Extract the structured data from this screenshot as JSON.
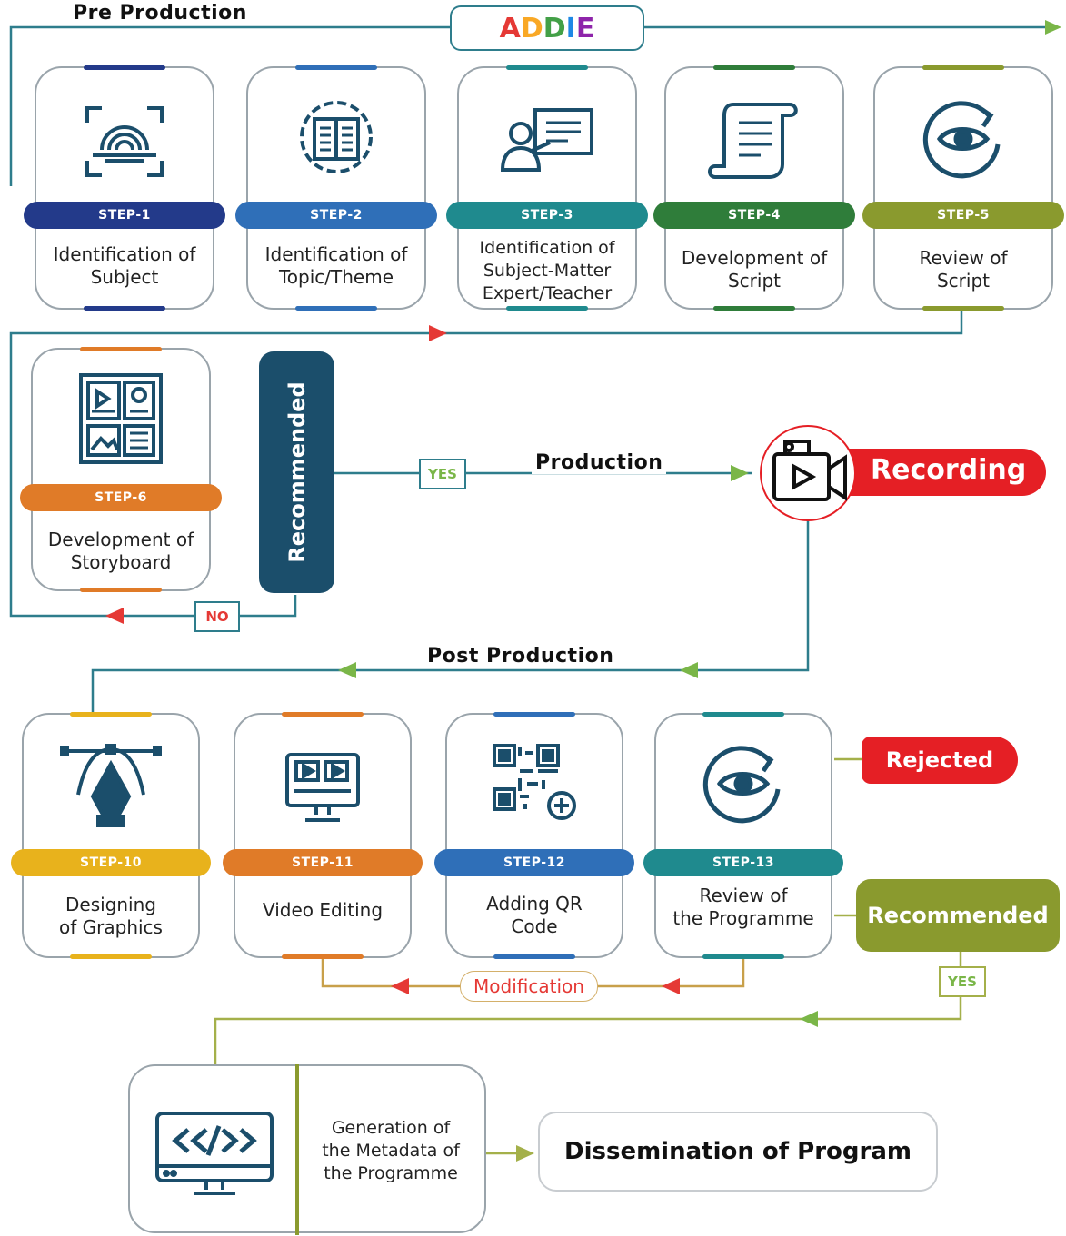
{
  "header": {
    "pre_production": "Pre Production",
    "addie": [
      "A",
      "D",
      "D",
      "I",
      "E"
    ],
    "addie_colors": [
      "#e53935",
      "#f9a825",
      "#43a047",
      "#1e88e5",
      "#8e24aa"
    ]
  },
  "steps_top": [
    {
      "step": "STEP-1",
      "label": "Identification of\nSubject",
      "color": "#233a8a",
      "icon": "fingerprint-scan-icon"
    },
    {
      "step": "STEP-2",
      "label": "Identification of\nTopic/Theme",
      "color": "#2f6fb8",
      "icon": "book-gear-icon"
    },
    {
      "step": "STEP-3",
      "label": "Identification of\nSubject-Matter\nExpert/Teacher",
      "color": "#1f8a8e",
      "icon": "teacher-board-icon"
    },
    {
      "step": "STEP-4",
      "label": "Development of\nScript",
      "color": "#2f7d3a",
      "icon": "scroll-icon"
    },
    {
      "step": "STEP-5",
      "label": "Review of\nScript",
      "color": "#8a9a2e",
      "icon": "eye-review-icon"
    }
  ],
  "step6": {
    "step": "STEP-6",
    "label": "Development of\nStoryboard",
    "color": "#e07b28",
    "icon": "storyboard-icon"
  },
  "recommended_vertical": "Recommended",
  "yes_label": "YES",
  "no_label": "NO",
  "production": "Production",
  "recording": "Recording",
  "post_production": "Post Production",
  "steps_bottom": [
    {
      "step": "STEP-10",
      "label": "Designing\nof Graphics",
      "color": "#e8b21c",
      "icon": "pen-tool-icon"
    },
    {
      "step": "STEP-11",
      "label": "Video Editing",
      "color": "#e07b28",
      "icon": "video-editing-icon"
    },
    {
      "step": "STEP-12",
      "label": "Adding QR\nCode",
      "color": "#2f6fb8",
      "icon": "qr-code-icon"
    },
    {
      "step": "STEP-13",
      "label": "Review of\nthe Programme",
      "color": "#1f8a8e",
      "icon": "eye-review-icon"
    }
  ],
  "rejected": "Rejected",
  "recommended_2": "Recommended",
  "yes_label_2": "YES",
  "modification": "Modification",
  "metadata": "Generation of\nthe Metadata of\nthe Programme",
  "dissemination": "Dissemination of Program",
  "colors": {
    "teal_line": "#2e7d8c",
    "navy": "#1b4e6b",
    "red": "#e53935",
    "olive": "#8a9a2e",
    "green_arrow": "#7ab648"
  }
}
